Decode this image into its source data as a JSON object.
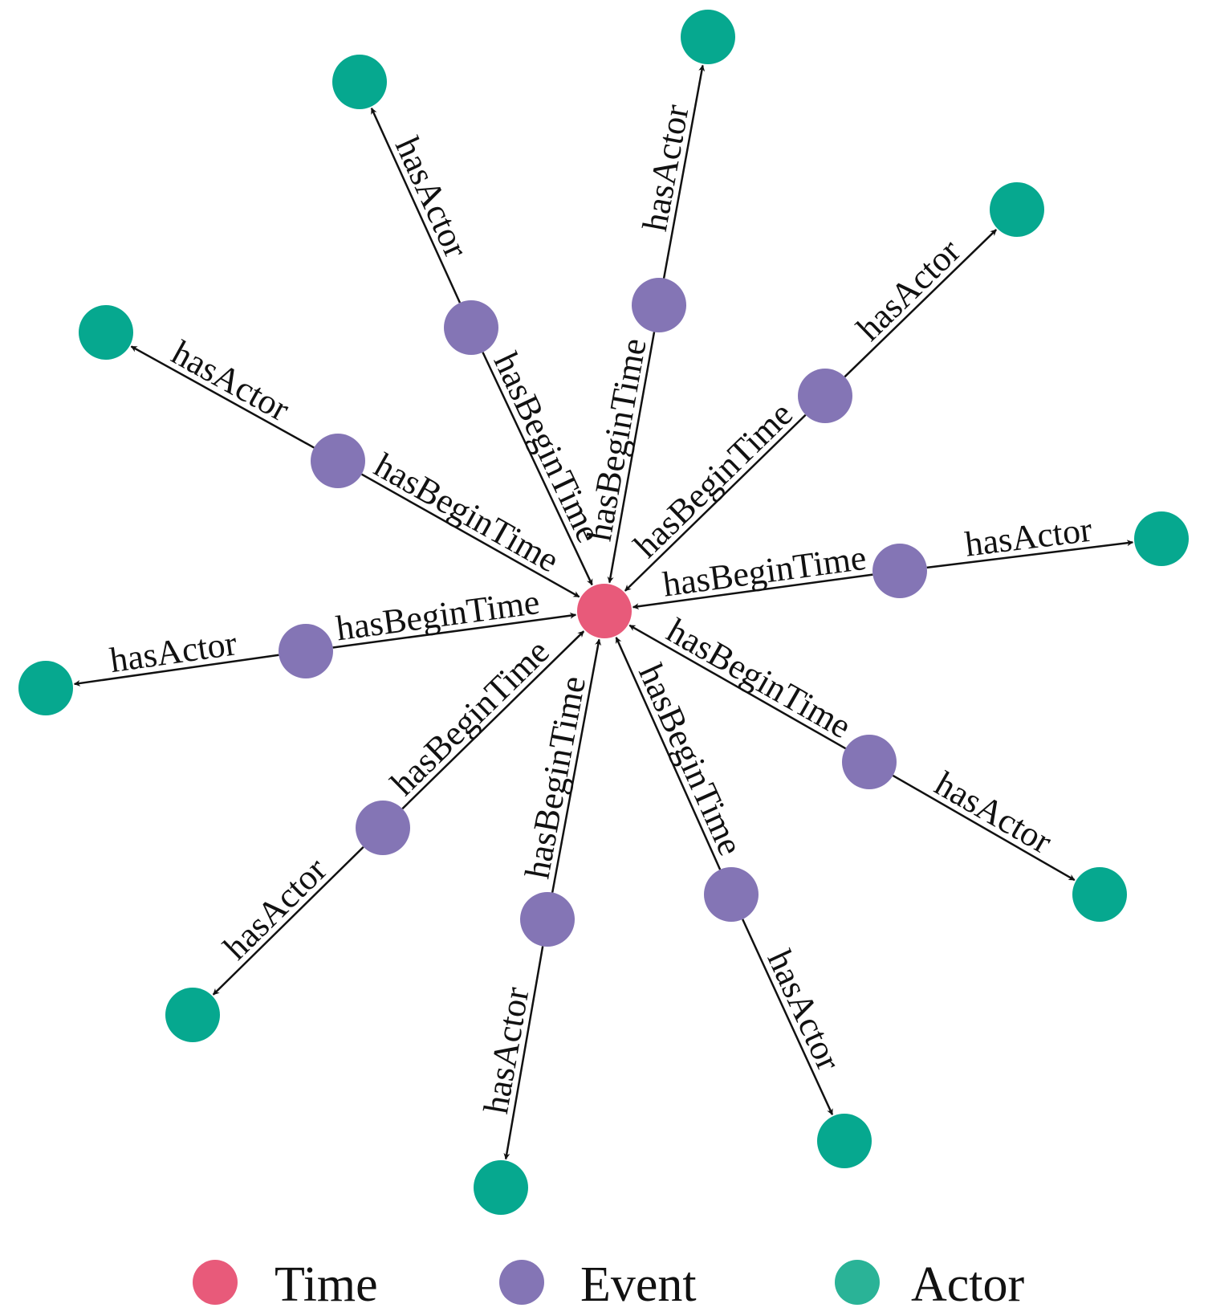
{
  "diagram": {
    "center": {
      "type": "Time"
    },
    "edge_labels": {
      "begin_time": "hasBeginTime",
      "actor": "hasActor"
    },
    "spokes": [
      {
        "id": 1
      },
      {
        "id": 2
      },
      {
        "id": 3
      },
      {
        "id": 4
      },
      {
        "id": 5
      },
      {
        "id": 6
      },
      {
        "id": 7
      },
      {
        "id": 8
      },
      {
        "id": 9
      },
      {
        "id": 10
      }
    ]
  },
  "colors": {
    "time": "#e85a7a",
    "event": "#8475b5",
    "actor": "#06a88f",
    "edge": "#111111"
  },
  "legend": {
    "items": [
      {
        "label": "Time",
        "color": "#e85a7a"
      },
      {
        "label": "Event",
        "color": "#8475b5"
      },
      {
        "label": "Actor",
        "color": "#2ab397"
      }
    ]
  }
}
